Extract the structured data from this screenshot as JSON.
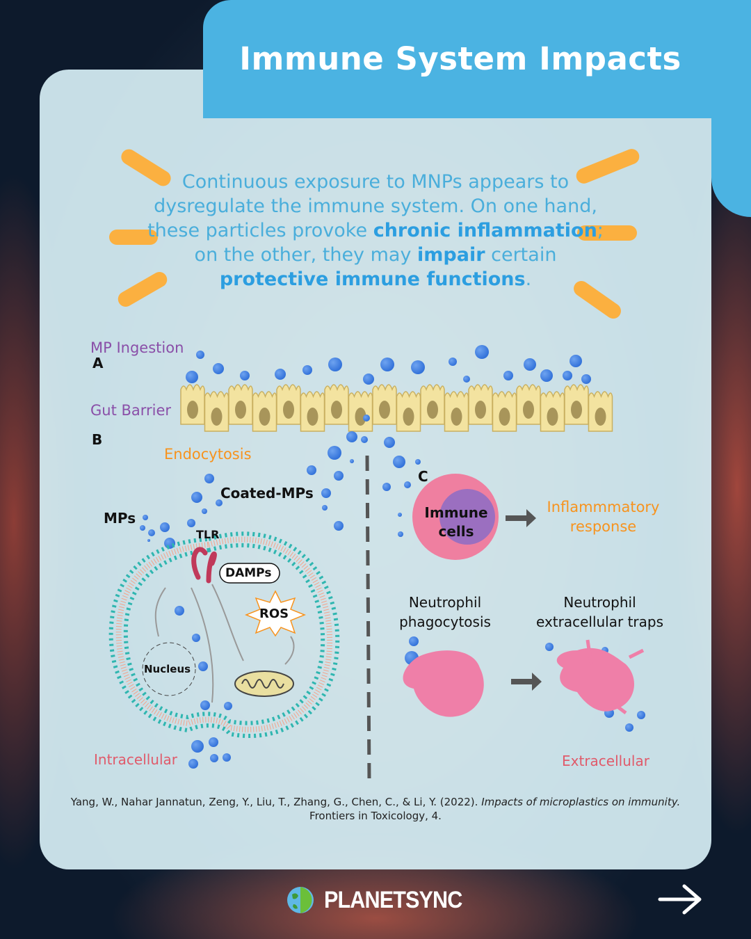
{
  "header": {
    "title": "Immune System Impacts"
  },
  "intro": {
    "p1": "Continuous exposure to MNPs appears to dysregulate the immune system. On one hand, these particles provoke ",
    "b1": "chronic inflammation",
    "p2": "; on the other, they may ",
    "b2": "impair",
    "p3": " certain ",
    "b3": "protective immune functions",
    "p4": "."
  },
  "diagram": {
    "mp_ingestion": "MP Ingestion",
    "panel_a": "A",
    "gut_barrier": "Gut Barrier",
    "panel_b": "B",
    "endocytosis": "Endocytosis",
    "coated_mps": "Coated-MPs",
    "mps": "MPs",
    "tlr": "TLR",
    "damps": "DAMPs",
    "ros": "ROS",
    "nucleus": "Nucleus",
    "intracellular": "Intracellular",
    "panel_c": "C",
    "immune_cells_1": "Immune",
    "immune_cells_2": "cells",
    "inflammatory_1": "Inflammmatory",
    "inflammatory_2": "response",
    "neutrophil_phago_1": "Neutrophil",
    "neutrophil_phago_2": "phagocytosis",
    "neutrophil_traps_1": "Neutrophil",
    "neutrophil_traps_2": "extracellular traps",
    "extracellular": "Extracellular"
  },
  "citation": {
    "authors": "Yang, W., Nahar Jannatun, Zeng, Y., Liu, T., Zhang, G., Chen, C., & Li, Y. (2022). ",
    "title": "Impacts of microplastics on immunity.",
    "journal": " Frontiers in Toxicology, 4."
  },
  "footer": {
    "brand": "PLANETSYNC",
    "next_icon": "arrow-right-icon"
  },
  "colors": {
    "header_blue": "#4bb3e2",
    "accent_orange": "#fbb040",
    "text_blue": "#4aaedb",
    "particle_blue": "#3b7be0"
  }
}
